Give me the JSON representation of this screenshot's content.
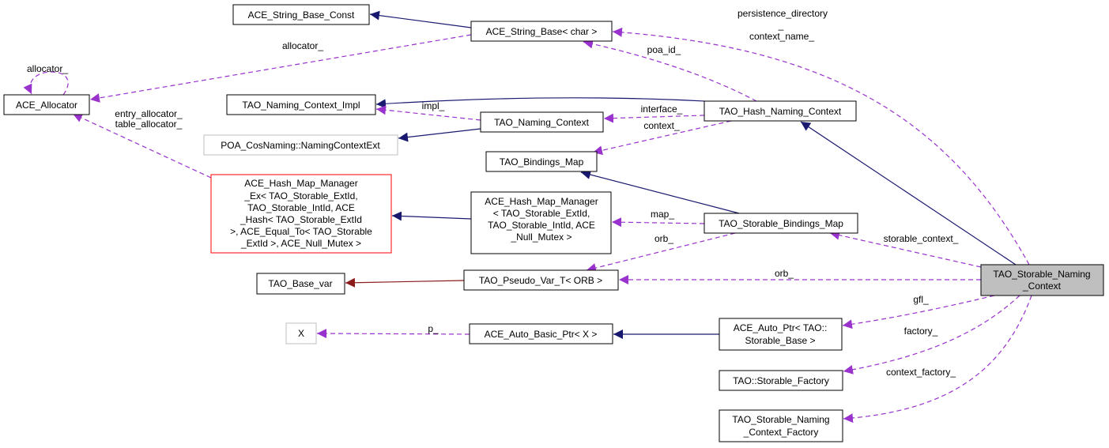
{
  "colors": {
    "inheritance_edge": "#191970",
    "template_edge": "#8b1a1a",
    "usage_edge": "#9a32cd",
    "focus_node_fill": "#bfbfbf",
    "incomplete_node_border": "#ff0000"
  },
  "nodes": {
    "string_base_const": {
      "lines": [
        "ACE_String_Base_Const"
      ]
    },
    "string_base_char": {
      "lines": [
        "ACE_String_Base< char >"
      ]
    },
    "allocator": {
      "lines": [
        "ACE_Allocator"
      ]
    },
    "naming_context_impl": {
      "lines": [
        "TAO_Naming_Context_Impl"
      ]
    },
    "naming_context": {
      "lines": [
        "TAO_Naming_Context"
      ]
    },
    "poa_naming_context_ext": {
      "lines": [
        "POA_CosNaming::NamingContextExt"
      ]
    },
    "hash_naming_context": {
      "lines": [
        "TAO_Hash_Naming_Context"
      ]
    },
    "bindings_map": {
      "lines": [
        "TAO_Bindings_Map"
      ]
    },
    "hash_map_manager_ex": {
      "lines": [
        "ACE_Hash_Map_Manager",
        "_Ex< TAO_Storable_ExtId,",
        "TAO_Storable_IntId, ACE",
        "_Hash< TAO_Storable_ExtId",
        ">, ACE_Equal_To< TAO_Storable",
        "_ExtId >, ACE_Null_Mutex >"
      ]
    },
    "hash_map_manager": {
      "lines": [
        "ACE_Hash_Map_Manager",
        "< TAO_Storable_ExtId,",
        "TAO_Storable_IntId, ACE",
        "_Null_Mutex >"
      ]
    },
    "storable_bindings_map": {
      "lines": [
        "TAO_Storable_Bindings_Map"
      ]
    },
    "base_var": {
      "lines": [
        "TAO_Base_var"
      ]
    },
    "pseudo_var": {
      "lines": [
        "TAO_Pseudo_Var_T< ORB >"
      ]
    },
    "storable_naming_context": {
      "lines": [
        "TAO_Storable_Naming",
        "_Context"
      ]
    },
    "x": {
      "lines": [
        "X"
      ]
    },
    "auto_basic_ptr": {
      "lines": [
        "ACE_Auto_Basic_Ptr< X >"
      ]
    },
    "auto_ptr": {
      "lines": [
        "ACE_Auto_Ptr< TAO::",
        "Storable_Base >"
      ]
    },
    "storable_factory": {
      "lines": [
        "TAO::Storable_Factory"
      ]
    },
    "storable_naming_context_factory": {
      "lines": [
        "TAO_Storable_Naming",
        "_Context_Factory"
      ]
    }
  },
  "edge_labels": {
    "allocator": "allocator_",
    "allocator_self": "allocator_",
    "entry_allocator": "entry_allocator_",
    "table_allocator": "table_allocator_",
    "impl": "impl_",
    "interface": "interface_",
    "context": "context_",
    "poa_id": "poa_id_",
    "persistence_directory": "persistence_directory",
    "persistence_underscore": "_",
    "context_name": "context_name_",
    "map": "map_",
    "orb_bindings": "orb_",
    "storable_context": "storable_context_",
    "orb": "orb_",
    "p": "p_",
    "gfl": "gfl_",
    "factory": "factory_",
    "context_factory": "context_factory_"
  }
}
